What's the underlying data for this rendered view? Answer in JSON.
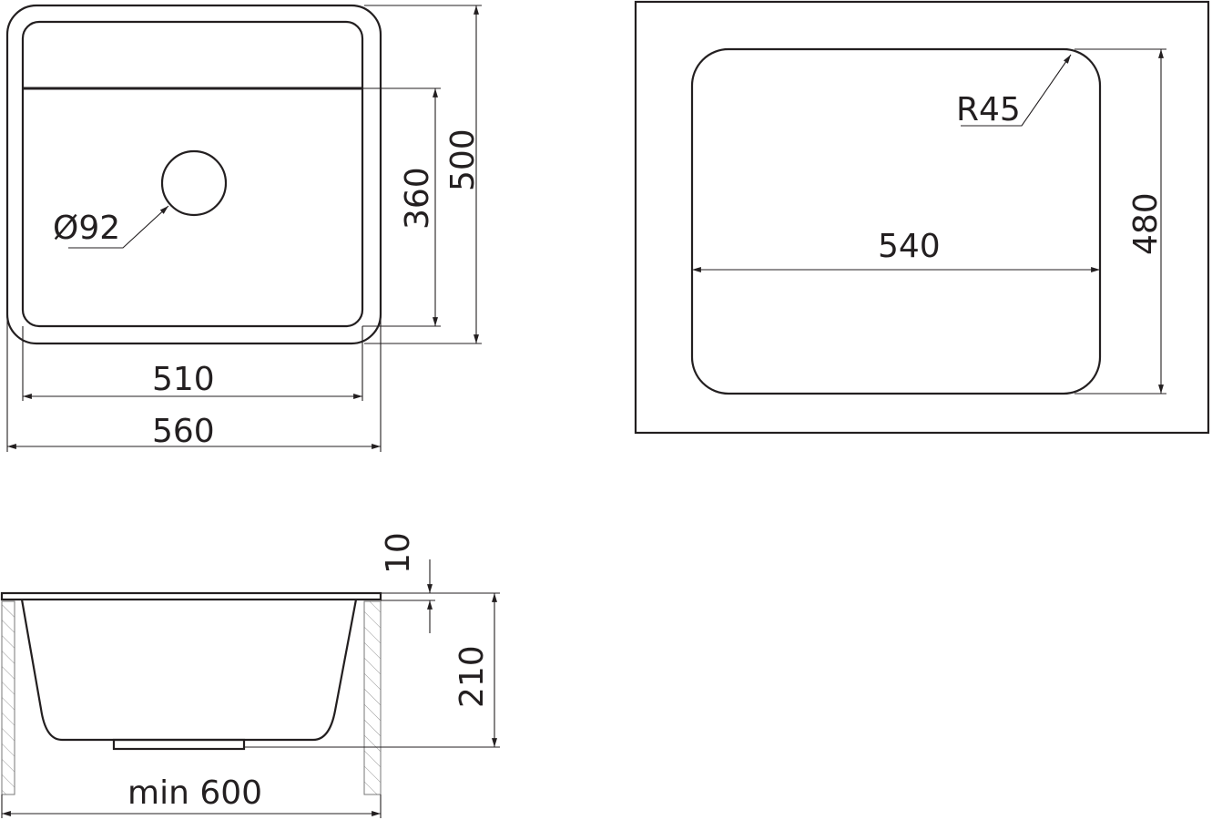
{
  "top_view": {
    "drain_diameter": "Ø92",
    "bowl_depth_length": "360",
    "overall_depth": "500",
    "bowl_width": "510",
    "overall_width": "560"
  },
  "cutout_view": {
    "radius": "R45",
    "cutout_width": "540",
    "cutout_depth": "480"
  },
  "side_view": {
    "rim_thickness": "10",
    "bowl_height": "210",
    "cabinet_min": "min 600"
  },
  "colors": {
    "line": "#231f20",
    "background": "#ffffff"
  }
}
